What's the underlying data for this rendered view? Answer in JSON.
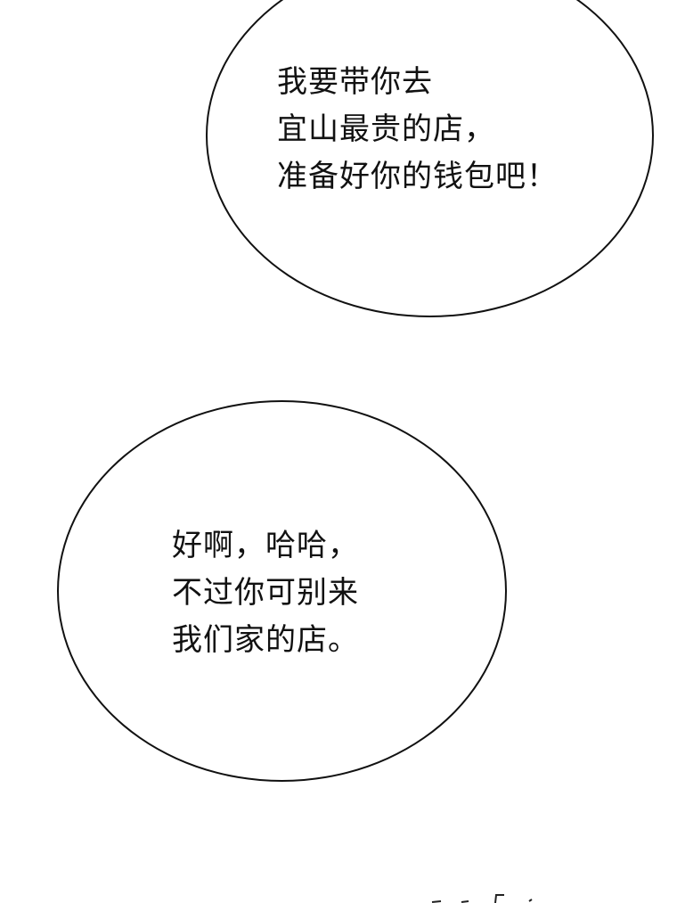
{
  "bubbles": [
    {
      "lines": [
        "我要带你去",
        "宜山最贵的店，",
        "准备好你的钱包吧！"
      ]
    },
    {
      "lines": [
        "好啊，哈哈，",
        "不过你可别来",
        "我们家的店。"
      ]
    }
  ]
}
